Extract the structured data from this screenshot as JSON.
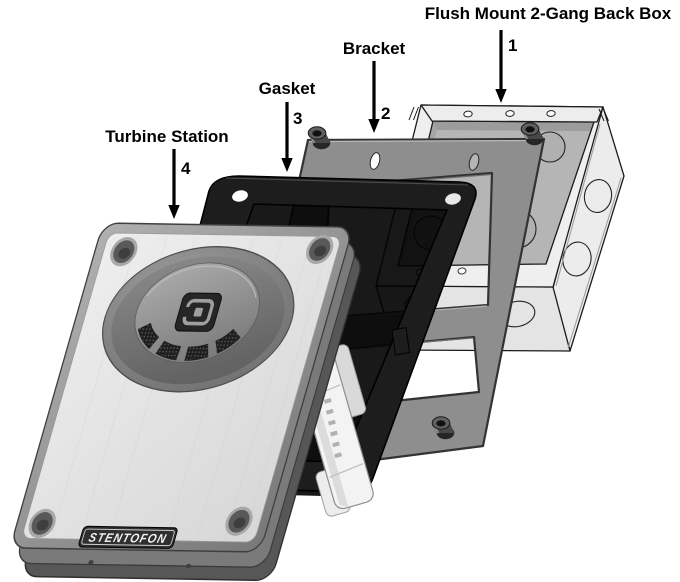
{
  "diagram": {
    "parts": [
      {
        "label": "Flush Mount 2-Gang Back Box",
        "number": "1"
      },
      {
        "label": "Bracket",
        "number": "2"
      },
      {
        "label": "Gasket",
        "number": "3"
      },
      {
        "label": "Turbine Station",
        "number": "4"
      }
    ],
    "brand_badge": "STENTOFON",
    "colors": {
      "background": "#ffffff",
      "outline": "#1c1c1c",
      "box_metal_light": "#ececec",
      "box_interior": "#b5b5b5",
      "bracket_gray": "#8e8e8e",
      "gasket_black": "#1d1d1d",
      "station_face": "#e6e6e6",
      "station_frame": "#8f8f8f"
    }
  }
}
